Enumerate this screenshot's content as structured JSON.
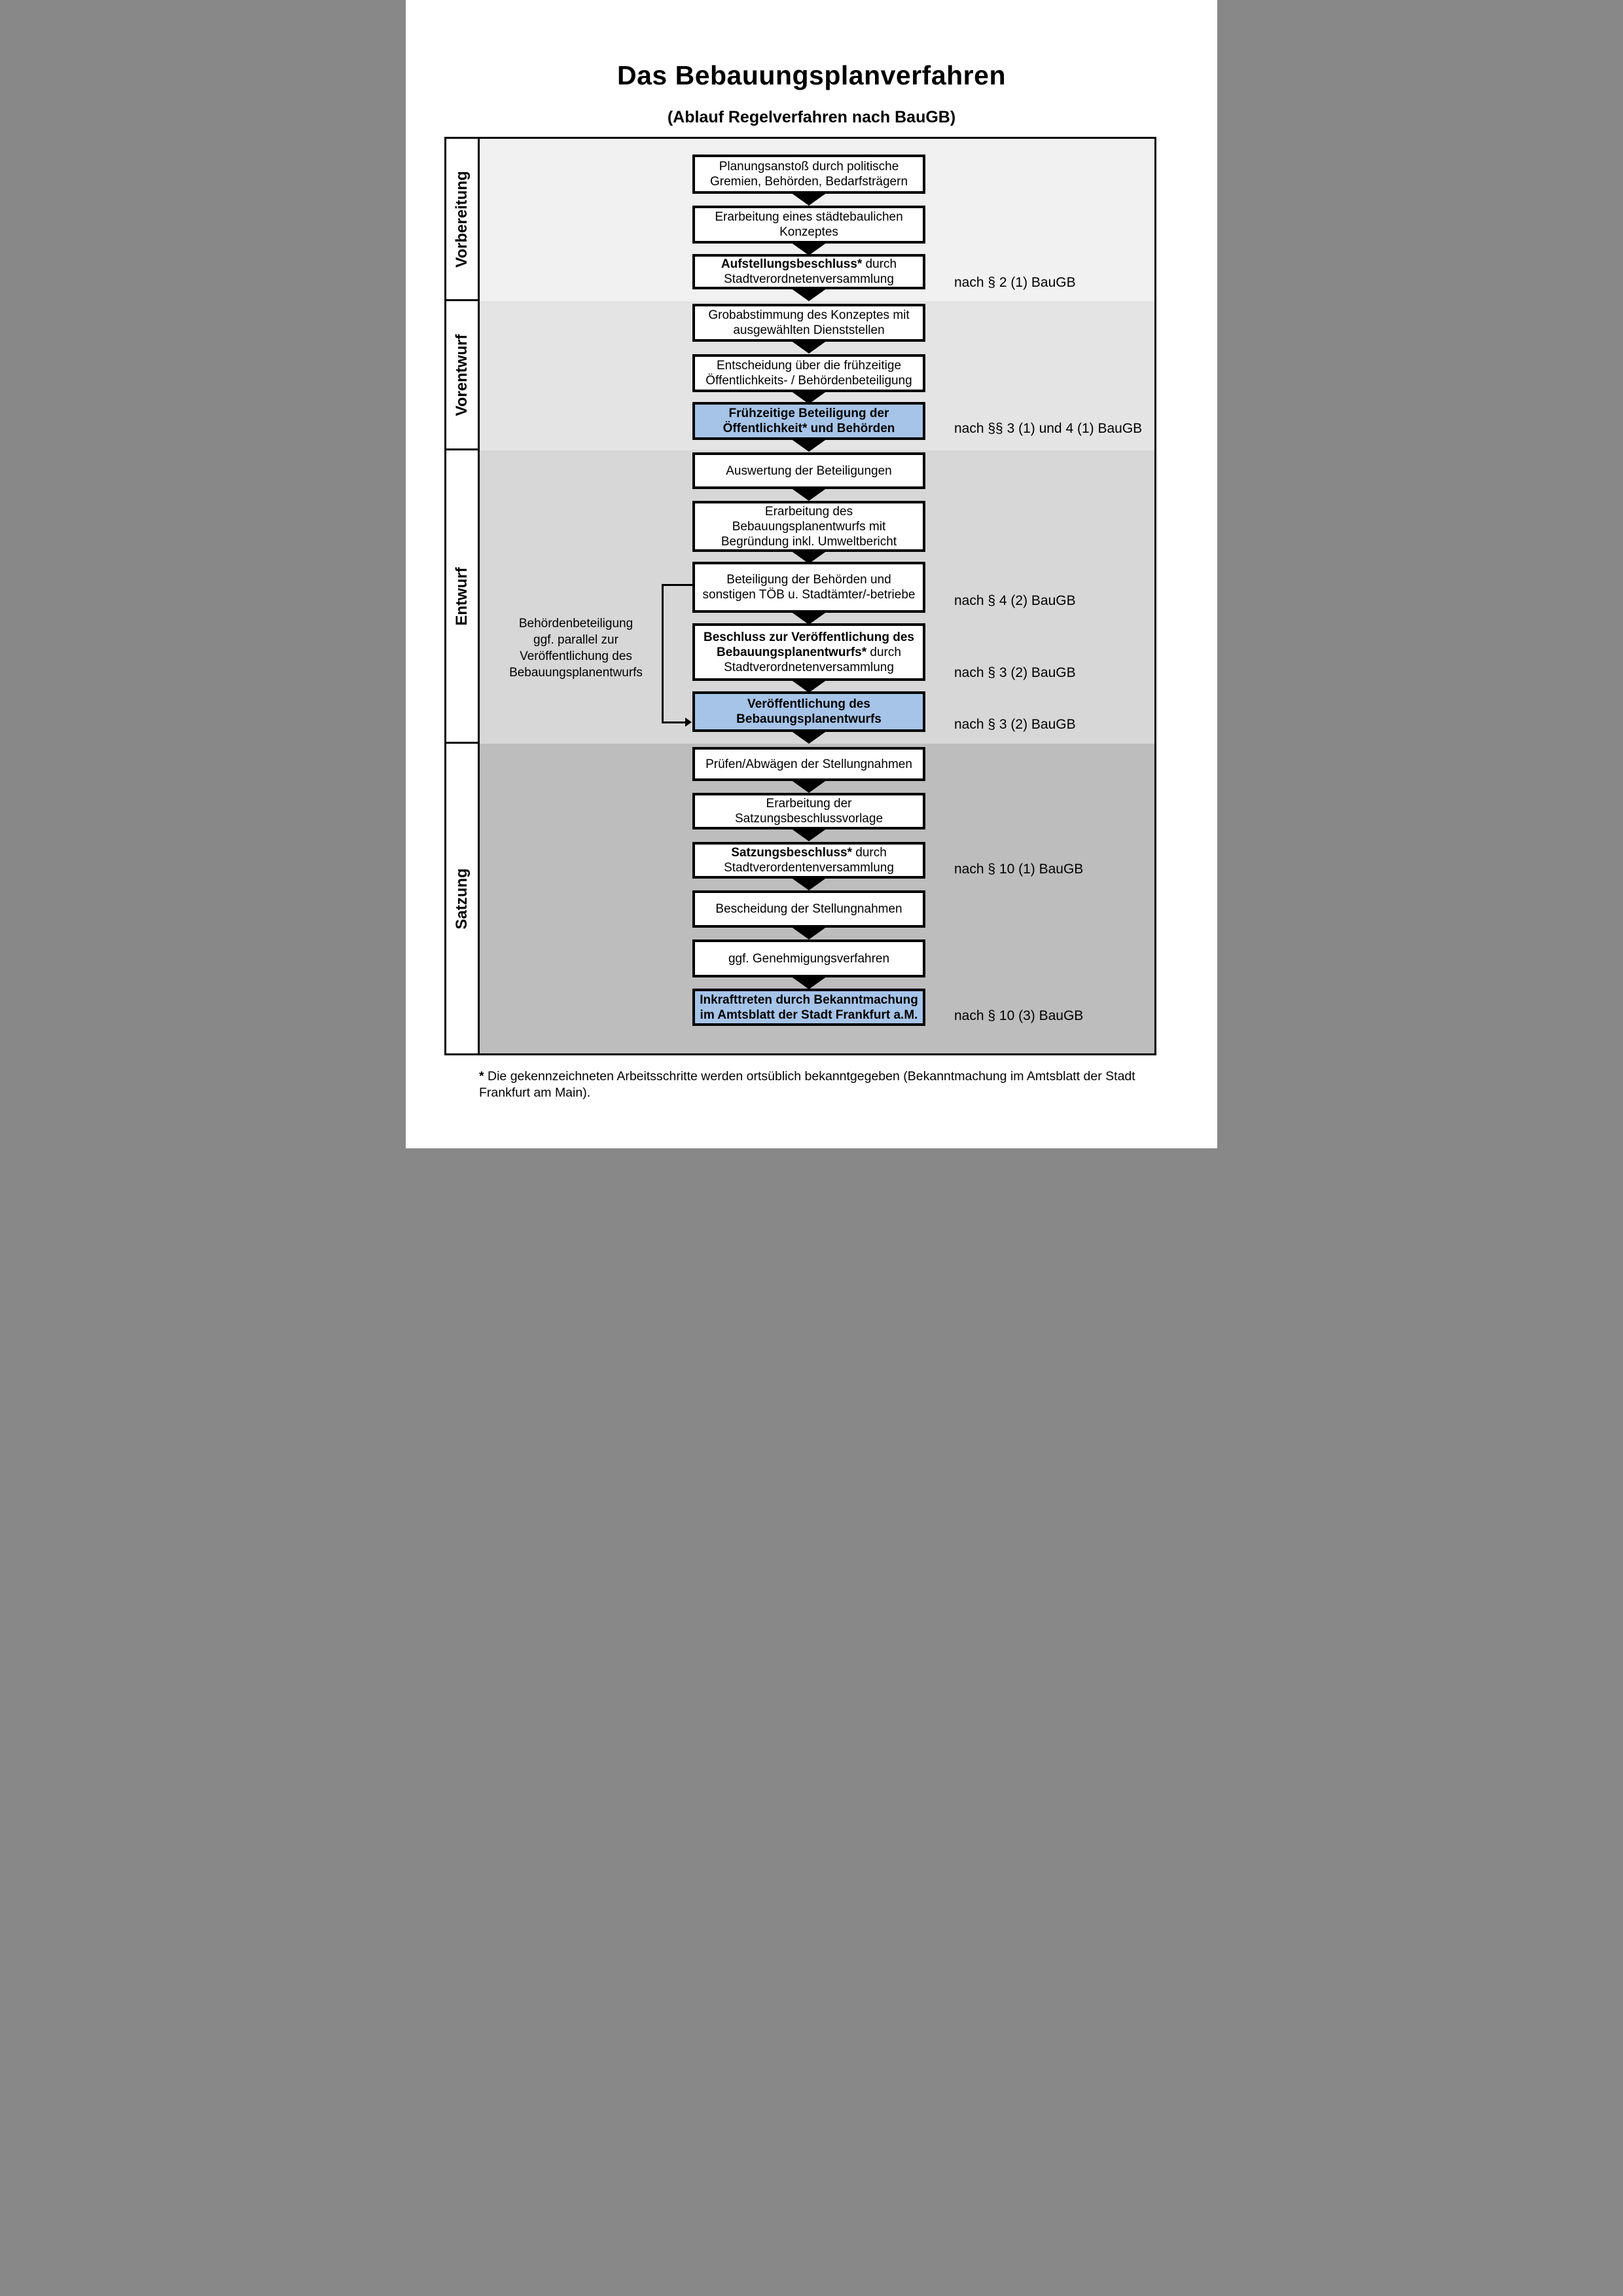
{
  "title": "Das Bebauungsplanverfahren",
  "subtitle": "(Ablauf Regelverfahren nach BauGB)",
  "colors": {
    "phase_vorbereitung_bg": "#f1f1f1",
    "phase_vorentwurf_bg": "#e4e4e4",
    "phase_entwurf_bg": "#d7d7d7",
    "phase_satzung_bg": "#bdbdbd",
    "highlight_box_bg": "#a6c4e8",
    "box_bg": "#ffffff",
    "line_color": "#000000"
  },
  "phases": [
    {
      "label": "Vorbereitung"
    },
    {
      "label": "Vorentwurf"
    },
    {
      "label": "Entwurf"
    },
    {
      "label": "Satzung"
    }
  ],
  "boxes": [
    {
      "variant": "white",
      "lines": [
        [
          {
            "t": "Planungsanstoß durch politische",
            "b": false
          }
        ],
        [
          {
            "t": "Gremien, Behörden, Bedarfsträgern",
            "b": false
          }
        ]
      ]
    },
    {
      "variant": "white",
      "lines": [
        [
          {
            "t": "Erarbeitung eines städtebaulichen",
            "b": false
          }
        ],
        [
          {
            "t": "Konzeptes",
            "b": false
          }
        ]
      ]
    },
    {
      "variant": "white",
      "lines": [
        [
          {
            "t": "Aufstellungsbeschluss*",
            "b": true
          },
          {
            "t": " durch",
            "b": false
          }
        ],
        [
          {
            "t": "Stadtverordnetenversammlung",
            "b": false
          }
        ]
      ]
    },
    {
      "variant": "white",
      "lines": [
        [
          {
            "t": "Grobabstimmung des Konzeptes mit",
            "b": false
          }
        ],
        [
          {
            "t": "ausgewählten Dienststellen",
            "b": false
          }
        ]
      ]
    },
    {
      "variant": "white",
      "lines": [
        [
          {
            "t": "Entscheidung über die frühzeitige",
            "b": false
          }
        ],
        [
          {
            "t": "Öffentlichkeits- / Behördenbeteiligung",
            "b": false
          }
        ]
      ]
    },
    {
      "variant": "blue",
      "lines": [
        [
          {
            "t": "Frühzeitige Beteiligung der",
            "b": true
          }
        ],
        [
          {
            "t": "Öffentlichkeit* und Behörden",
            "b": true
          }
        ]
      ]
    },
    {
      "variant": "white",
      "lines": [
        [
          {
            "t": "Auswertung der Beteiligungen",
            "b": false
          }
        ]
      ]
    },
    {
      "variant": "white",
      "lines": [
        [
          {
            "t": "Erarbeitung des",
            "b": false
          }
        ],
        [
          {
            "t": "Bebauungsplanentwurfs mit",
            "b": false
          }
        ],
        [
          {
            "t": "Begründung inkl. Umweltbericht",
            "b": false
          }
        ]
      ]
    },
    {
      "variant": "white",
      "lines": [
        [
          {
            "t": "Beteiligung der Behörden und",
            "b": false
          }
        ],
        [
          {
            "t": "sonstigen TÖB u. Stadtämter/-betriebe",
            "b": false
          }
        ]
      ]
    },
    {
      "variant": "white",
      "lines": [
        [
          {
            "t": "Beschluss zur Veröffentlichung des",
            "b": true
          }
        ],
        [
          {
            "t": "Bebauungsplanentwurfs*",
            "b": true
          },
          {
            "t": " durch",
            "b": false
          }
        ],
        [
          {
            "t": "Stadtverordnetenversammlung",
            "b": false
          }
        ]
      ]
    },
    {
      "variant": "blue",
      "lines": [
        [
          {
            "t": "Veröffentlichung des",
            "b": true
          }
        ],
        [
          {
            "t": "Bebauungsplanentwurfs",
            "b": true
          }
        ]
      ]
    },
    {
      "variant": "white",
      "lines": [
        [
          {
            "t": "Prüfen/Abwägen der Stellungnahmen",
            "b": false
          }
        ]
      ]
    },
    {
      "variant": "white",
      "lines": [
        [
          {
            "t": "Erarbeitung der",
            "b": false
          }
        ],
        [
          {
            "t": "Satzungsbeschlussvorlage",
            "b": false
          }
        ]
      ]
    },
    {
      "variant": "white",
      "lines": [
        [
          {
            "t": "Satzungsbeschluss*",
            "b": true
          },
          {
            "t": " durch",
            "b": false
          }
        ],
        [
          {
            "t": "Stadtverordentenversammlung",
            "b": false
          }
        ]
      ]
    },
    {
      "variant": "white",
      "lines": [
        [
          {
            "t": "Bescheidung der Stellungnahmen",
            "b": false
          }
        ]
      ]
    },
    {
      "variant": "white",
      "lines": [
        [
          {
            "t": "ggf. Genehmigungsverfahren",
            "b": false
          }
        ]
      ]
    },
    {
      "variant": "blue",
      "lines": [
        [
          {
            "t": "Inkrafttreten",
            "b": true
          },
          {
            "t": " durch Bekanntmachung",
            "b": false
          }
        ],
        [
          {
            "t": "im Amtsblatt der Stadt Frankfurt a.M.",
            "b": false
          }
        ]
      ]
    }
  ],
  "annotations": [
    {
      "text": "nach § 2 (1) BauGB"
    },
    {
      "text": "nach §§ 3 (1) und 4 (1) BauGB"
    },
    {
      "text": "nach § 4 (2) BauGB"
    },
    {
      "text": "nach § 3 (2) BauGB"
    },
    {
      "text": "nach § 3 (2) BauGB"
    },
    {
      "text": "nach § 10 (1) BauGB"
    },
    {
      "text": "nach § 10 (3) BauGB"
    }
  ],
  "side_note": {
    "lines": [
      "Behördenbeteiligung",
      "ggf. parallel zur",
      "Veröffentlichung des",
      "Bebauungsplanentwurfs"
    ]
  },
  "footnote": {
    "star": "*",
    "text": " Die gekennzeichneten Arbeitsschritte werden ortsüblich bekanntgegeben (Bekanntmachung im Amtsblatt  der Stadt Frankfurt am Main)."
  }
}
